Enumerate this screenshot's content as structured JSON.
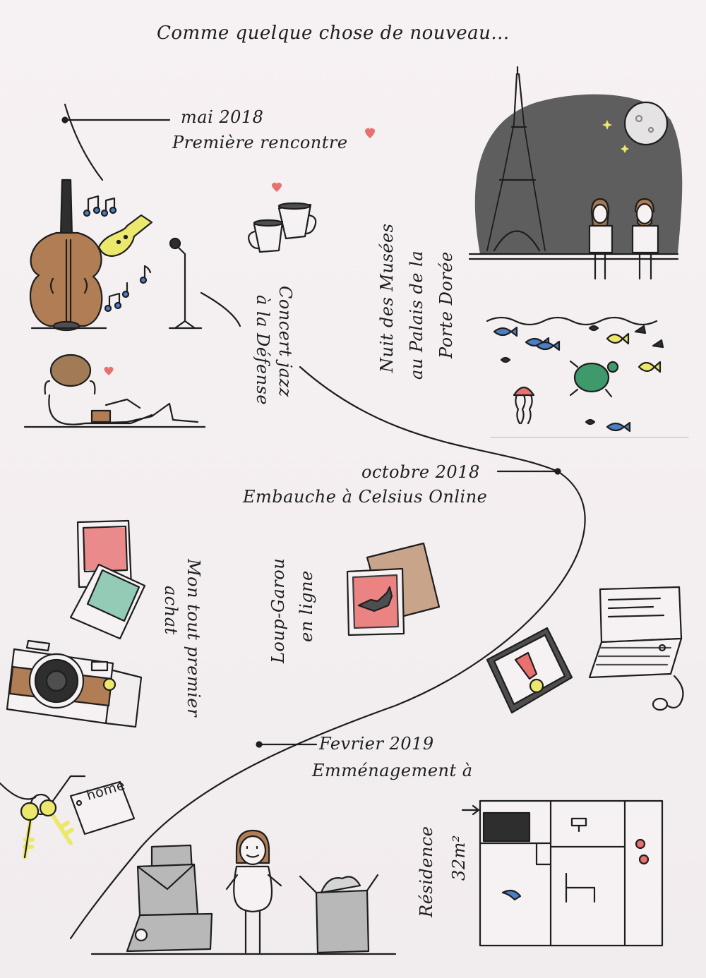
{
  "title": "Comme quelque chose de nouveau...",
  "milestones": {
    "may2018_date": "mai 2018",
    "may2018_event": "Première rencontre",
    "oct2018_date": "octobre 2018",
    "oct2018_event": "Embauche à Celsius Online",
    "feb2019_date": "Fevrier 2019",
    "feb2019_event": "Emménagement à"
  },
  "labels": {
    "jazz_line1": "Concert jazz",
    "jazz_line2": "à la Défense",
    "museum_line1": "Nuit des Musées",
    "museum_line2": "au Palais de la",
    "museum_line3": "Porte Dorée",
    "werewolf_line1": "Loup-Garou",
    "werewolf_line2": "en ligne",
    "purchase_line1": "Mon tout premier",
    "purchase_line2": "achat",
    "residence_word": "Résidence",
    "residence_size": "32m²",
    "key_tag": "home"
  },
  "colors": {
    "paper": "#f3eeee",
    "ink": "#1e1e1e",
    "wood": "#b07d55",
    "yellow": "#ece86e",
    "blue": "#4a7fc6",
    "night": "#4e4e4e",
    "pink": "#e8706f",
    "turtle": "#3f9a6b"
  }
}
